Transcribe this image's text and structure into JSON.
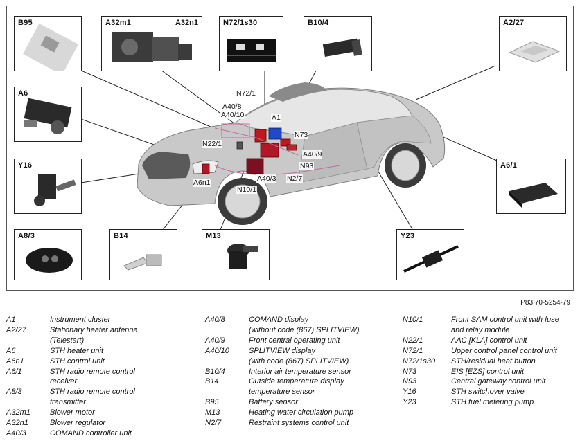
{
  "figure_ref": "P83.70-5254-79",
  "boxes": {
    "b95": "B95",
    "a32m1": "A32m1",
    "a32n1": "A32n1",
    "n72_1s30": "N72/1s30",
    "b10_4": "B10/4",
    "a2_27": "A2/27",
    "a6": "A6",
    "y16": "Y16",
    "a6_1": "A6/1",
    "a8_3": "A8/3",
    "b14": "B14",
    "m13": "M13",
    "y23": "Y23"
  },
  "callouts": {
    "n72_1": "N72/1",
    "a40_8": "A40/8",
    "a40_10": "A40/10",
    "a1": "A1",
    "n73": "N73",
    "n22_1": "N22/1",
    "a40_9": "A40/9",
    "n93": "N93",
    "a6n1": "A6n1",
    "a40_3": "A40/3",
    "n2_7": "N2/7",
    "n10_1": "N10/1"
  },
  "legend": {
    "col1": [
      {
        "code": "A1",
        "desc": "Instrument cluster"
      },
      {
        "code": "A2/27",
        "desc": "Stationary heater antenna\n(Telestart)"
      },
      {
        "code": "A6",
        "desc": "STH heater unit"
      },
      {
        "code": "A6n1",
        "desc": "STH control unit"
      },
      {
        "code": "A6/1",
        "desc": "STH radio remote control\nreceiver"
      },
      {
        "code": "A8/3",
        "desc": "STH radio remote control\ntransmitter"
      },
      {
        "code": "A32m1",
        "desc": "Blower motor"
      },
      {
        "code": "A32n1",
        "desc": "Blower regulator"
      },
      {
        "code": "A40/3",
        "desc": "COMAND controller unit"
      }
    ],
    "col2": [
      {
        "code": "A40/8",
        "desc": "COMAND display\n(without code (867) SPLITVIEW)"
      },
      {
        "code": "A40/9",
        "desc": "Front central operating unit"
      },
      {
        "code": "A40/10",
        "desc": "SPLITVIEW display\n(with code (867) SPLITVIEW)"
      },
      {
        "code": "B10/4",
        "desc": "Interior air temperature sensor"
      },
      {
        "code": "B14",
        "desc": "Outside temperature display\ntemperature sensor"
      },
      {
        "code": "B95",
        "desc": "Battery sensor"
      },
      {
        "code": "M13",
        "desc": "Heating water circulation pump"
      },
      {
        "code": "N2/7",
        "desc": "Restraint systems control unit"
      }
    ],
    "col3": [
      {
        "code": "N10/1",
        "desc": "Front SAM control unit with fuse\nand relay module"
      },
      {
        "code": "N22/1",
        "desc": "AAC [KLA] control unit"
      },
      {
        "code": "N72/1",
        "desc": "Upper control panel control unit"
      },
      {
        "code": "N72/1s30",
        "desc": "STH/residual heat button"
      },
      {
        "code": "N73",
        "desc": "EIS [EZS] control unit"
      },
      {
        "code": "N93",
        "desc": "Central gateway control unit"
      },
      {
        "code": "Y16",
        "desc": "STH switchover valve"
      },
      {
        "code": "Y23",
        "desc": "STH fuel metering pump"
      }
    ]
  }
}
